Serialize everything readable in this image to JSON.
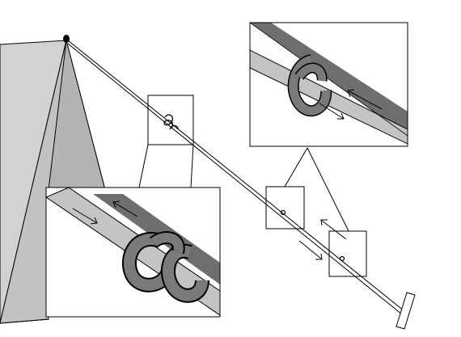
{
  "figure": {
    "description_visible_text": "",
    "colors": {
      "background": "#ffffff",
      "line": "#000000",
      "tent_light": "#d2d2d2",
      "tent_mid": "#bdbdbd",
      "rope_dark": "#6e6e6e",
      "rope_light": "#c4c4c4",
      "knot": "#7a7a7a"
    },
    "icons": [
      "tent-shape",
      "guy-line",
      "tent-stake",
      "knot-detail",
      "direction-arrow"
    ]
  }
}
